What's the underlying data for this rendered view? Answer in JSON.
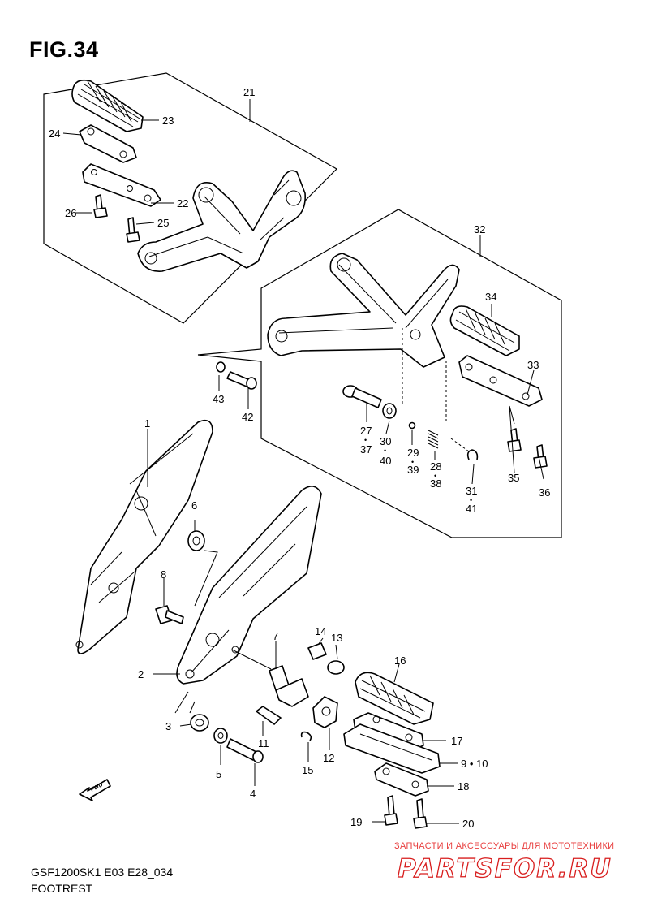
{
  "figure": {
    "title": "FIG.34",
    "model_code": "GSF1200SK1 E03 E28_034",
    "section_name": "FOOTREST"
  },
  "direction_marker": {
    "label": "FWD"
  },
  "watermark": {
    "tagline": "ЗАПЧАСТИ И АКСЕССУАРЫ ДЛЯ МОТОТЕХНИКИ",
    "logo": "PARTSFOR.RU",
    "color": "#d81d1d"
  },
  "callouts": {
    "p1": "1",
    "p2": "2",
    "p3": "3",
    "p4": "4",
    "p5": "5",
    "p6": "6",
    "p7": "7",
    "p8": "8",
    "p9": "9 • 10",
    "p11": "11",
    "p12": "12",
    "p13": "13",
    "p14": "14",
    "p15": "15",
    "p16": "16",
    "p17": "17",
    "p18": "18",
    "p19": "19",
    "p20": "20",
    "p21": "21",
    "p22": "22",
    "p23": "23",
    "p24": "24",
    "p25": "25",
    "p26": "26",
    "p27": "27",
    "p37": "37",
    "p30": "30",
    "p40": "40",
    "p29": "29",
    "p39": "39",
    "p28": "28",
    "p38": "38",
    "p31": "31",
    "p41": "41",
    "p32": "32",
    "p33": "33",
    "p34": "34",
    "p35": "35",
    "p36": "36",
    "p42": "42",
    "p43": "43"
  }
}
